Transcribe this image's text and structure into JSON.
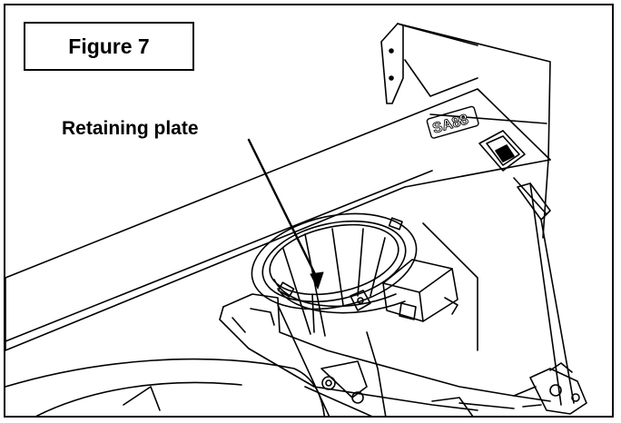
{
  "figure": {
    "title": "Figure 7"
  },
  "callout": {
    "label": "Retaining plate"
  },
  "machine": {
    "model_decal": "SA88"
  }
}
